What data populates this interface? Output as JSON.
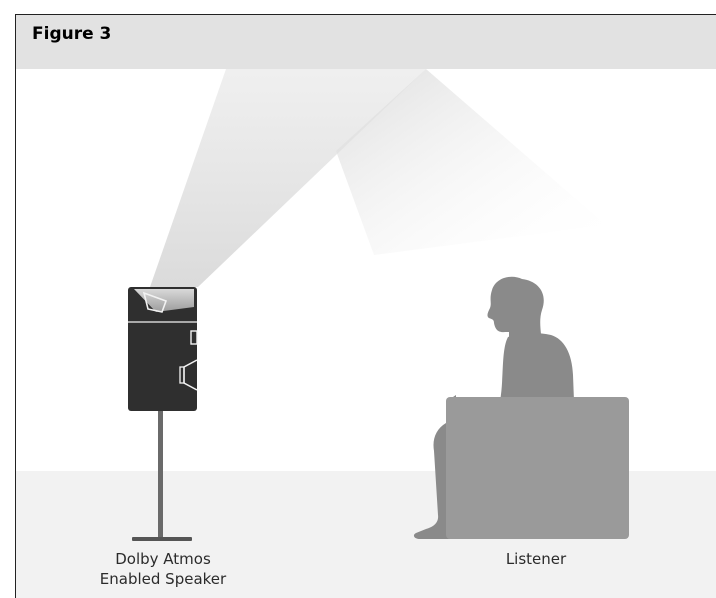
{
  "figure": {
    "title": "Figure 3"
  },
  "labels": {
    "speaker_line1": "Dolby Atmos",
    "speaker_line2": "Enabled Speaker",
    "listener": "Listener"
  },
  "colors": {
    "header_bg": "#e2e2e2",
    "floor_bg": "#f2f2f2",
    "speaker_body": "#2f2f2f",
    "listener_silhouette": "#8a8a8a",
    "chair": "#9a9a9a"
  }
}
